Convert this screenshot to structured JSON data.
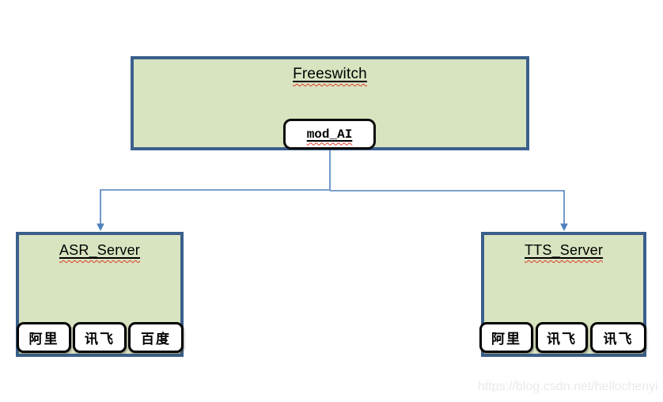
{
  "diagram": {
    "freeswitch": {
      "title": "Freeswitch",
      "module_label": "mod_AI"
    },
    "asr_server": {
      "title": "ASR_Server",
      "providers": [
        "阿里",
        "讯飞",
        "百度"
      ]
    },
    "tts_server": {
      "title": "TTS_Server",
      "providers": [
        "阿里",
        "讯飞",
        "讯飞"
      ]
    }
  },
  "watermark": "https://blog.csdn.net/hellochenyi",
  "colors": {
    "box_fill": "#D8E4C0",
    "box_border": "#3A5F8B",
    "connector_blue": "#4F81BD",
    "subbox_border": "#000000",
    "subbox_fill": "#FFFFFF",
    "spellcheck_red": "#DD3A27",
    "text_black": "#000000",
    "watermark_gray": "#EAEAEA"
  }
}
